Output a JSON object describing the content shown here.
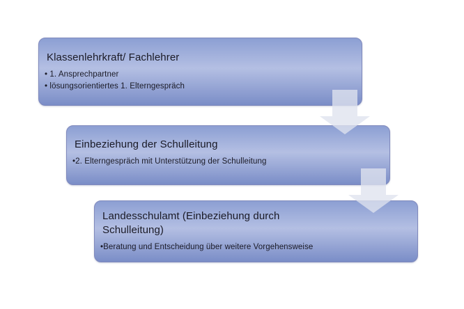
{
  "diagram": {
    "steps": [
      {
        "title": "Klassenlehrkraft/ Fachlehrer",
        "bullets": [
          "• 1. Ansprechpartner",
          "• lösungsorientiertes 1. Elterngespräch"
        ]
      },
      {
        "title": "Einbeziehung der Schulleitung",
        "bullets": [
          "•2. Elterngespräch mit Unterstützung der Schulleitung"
        ]
      },
      {
        "title": "Landesschulamt (Einbeziehung durch Schulleitung)",
        "bullets": [
          "•Beratung und Entscheidung über weitere Vorgehensweise"
        ]
      }
    ],
    "colors": {
      "background": "#ffffff",
      "box_top": "#8c9fd3",
      "box_mid": "#b4bfe3",
      "box_bottom": "#7a8dc7",
      "box_border": "#8089bc",
      "arrow_fill": "#dfe3ee",
      "text": "#1a1a26"
    }
  }
}
